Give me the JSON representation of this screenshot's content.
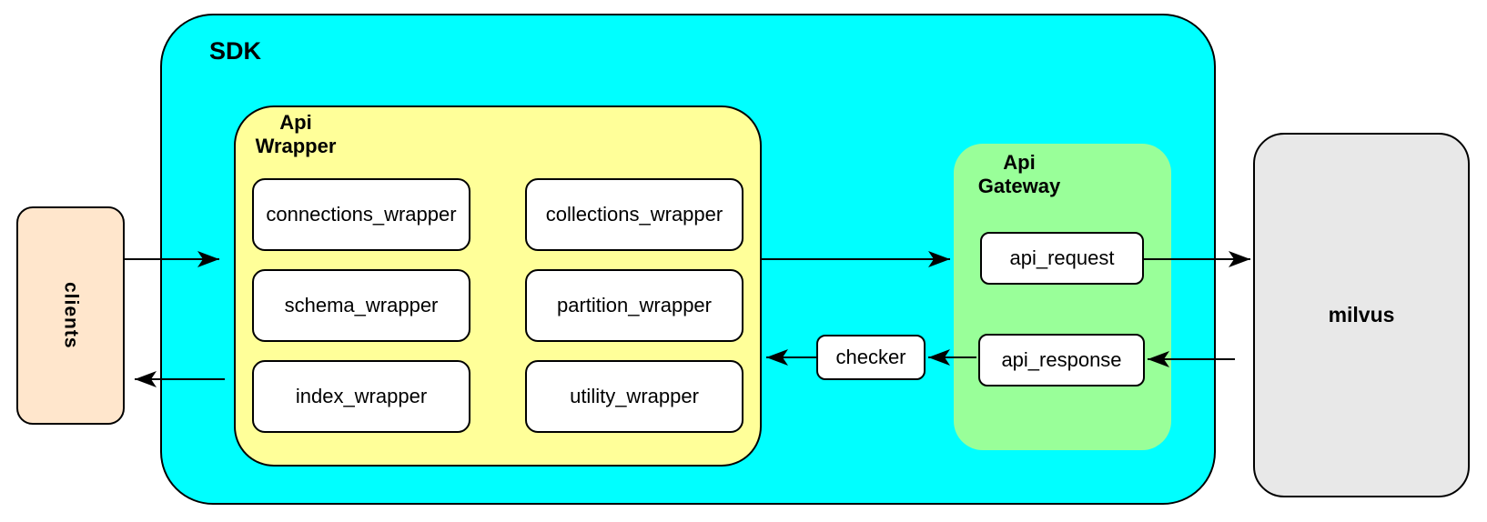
{
  "nodes": {
    "clients": "clients",
    "sdk": "SDK",
    "api_wrapper": {
      "label": "Api\nWrapper",
      "boxes": [
        "connections_wrapper",
        "collections_wrapper",
        "schema_wrapper",
        "partition_wrapper",
        "index_wrapper",
        "utility_wrapper"
      ]
    },
    "checker": "checker",
    "api_gateway": {
      "label": "Api\nGateway",
      "boxes": [
        "api_request",
        "api_response"
      ]
    },
    "milvus": "milvus"
  },
  "edges": [
    {
      "from": "clients",
      "to": "SDK"
    },
    {
      "from": "SDK",
      "to": "clients"
    },
    {
      "from": "Api Wrapper",
      "to": "api_request"
    },
    {
      "from": "api_request",
      "to": "milvus"
    },
    {
      "from": "milvus",
      "to": "api_response"
    },
    {
      "from": "api_response",
      "to": "checker"
    },
    {
      "from": "checker",
      "to": "Api Wrapper"
    }
  ],
  "colors": {
    "sdk_fill": "#00FFFF",
    "api_wrapper_fill": "#FFFF99",
    "api_gateway_fill": "#99FF99",
    "clients_fill": "#FFE6CC",
    "milvus_fill": "#E8E8E8",
    "node_fill": "#FFFFFF",
    "border": "#000000",
    "arrow": "#000000"
  }
}
